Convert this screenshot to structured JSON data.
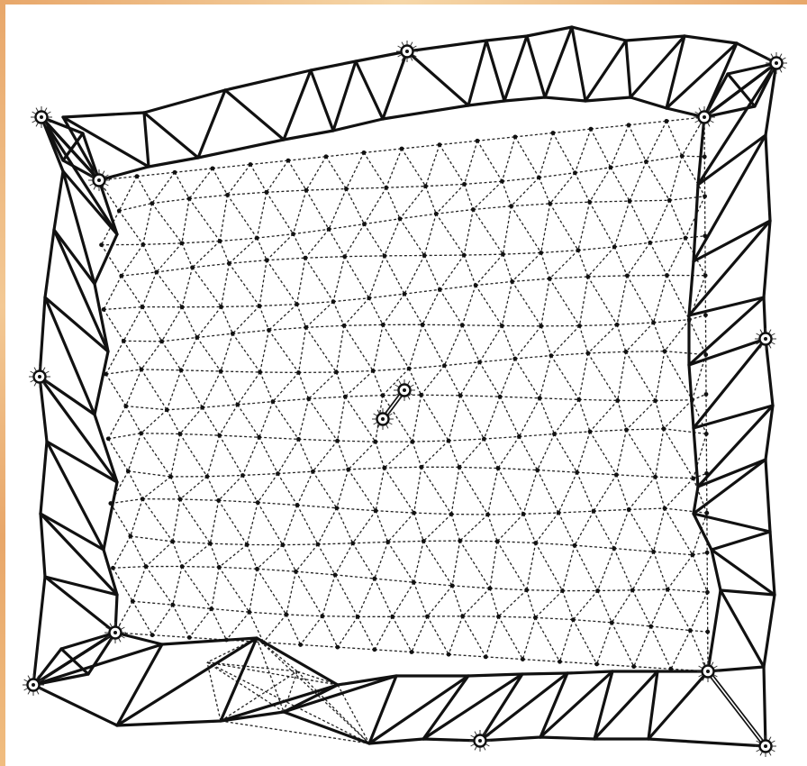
{
  "colors": {
    "background": "#ffffff",
    "ink": "#111111",
    "frame_warm": "#e8a76a"
  },
  "diagram": {
    "type": "triangulation-network",
    "primary_station_count": 14,
    "inner_point_count": "many",
    "has_base_line": true
  }
}
